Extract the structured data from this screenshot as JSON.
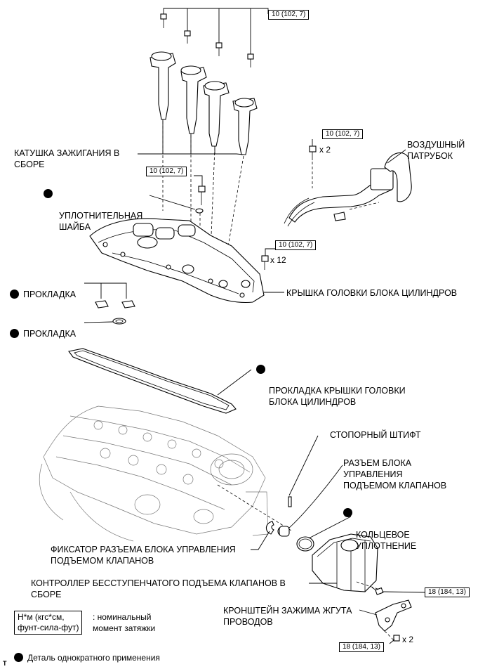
{
  "labels": {
    "ignition_coil": "КАТУШКА ЗАЖИГАНИЯ В\nСБОРЕ",
    "seal_washer": "УПЛОТНИТЕЛЬНАЯ\nШАЙБА",
    "gasket_1": "ПРОКЛАДКА",
    "gasket_2": "ПРОКЛАДКА",
    "air_pipe": "ВОЗДУШНЫЙ\nПАТРУБОК",
    "head_cover": "КРЫШКА ГОЛОВКИ БЛОКА ЦИЛИНДРОВ",
    "head_cover_gasket": "ПРОКЛАДКА КРЫШКИ ГОЛОВКИ\nБЛОКА ЦИЛИНДРОВ",
    "stop_pin": "СТОПОРНЫЙ ШТИФТ",
    "valve_control_connector": "РАЗЪЕМ БЛОКА\nУПРАВЛЕНИЯ\nПОДЪЕМОМ КЛАПАНОВ",
    "o_ring": "КОЛЬЦЕВОЕ\nУПЛОТНЕНИЕ",
    "connector_retainer": "ФИКСАТОР РАЗЪЕМА БЛОКА УПРАВЛЕНИЯ\nПОДЪЕМОМ КЛАПАНОВ",
    "valvematic_controller": "КОНТРОЛЛЕР БЕССТУПЕНЧАТОГО ПОДЪЕМА КЛАПАНОВ В\nСБОРЕ",
    "harness_bracket": "КРОНШТЕЙН ЗАЖИМА ЖГУТА\nПРОВОДОВ"
  },
  "torques": {
    "coil_bolts": "10 (102, 7)",
    "pipe_bolts": "10 (102, 7)",
    "washer_bolt": "10 (102, 7)",
    "cover_bolts": "10 (102, 7)",
    "controller_bolt": "18 (184, 13)",
    "bracket_bolts": "18 (184, 13)"
  },
  "quantities": {
    "pipe_bolts": "x 2",
    "cover_bolts": "x 12",
    "bracket_bolts": "x 2"
  },
  "legend": {
    "torque_units": "Н*м (кгс*см,\nфунт-сила-фут)",
    "torque_desc": ": номинальный\nмомент затяжки",
    "non_reusable": "Деталь однократного применения"
  },
  "figure_code": "T"
}
